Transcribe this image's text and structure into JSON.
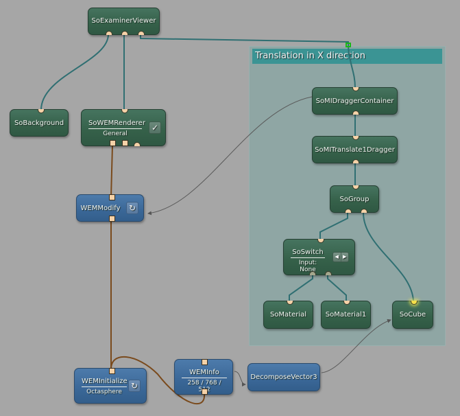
{
  "frame": {
    "title": "Translation in X direction",
    "color": "#3b9494"
  },
  "nodes": {
    "examiner_viewer": {
      "title": "SoExaminerViewer"
    },
    "background": {
      "title": "SoBackground"
    },
    "wem_renderer": {
      "title": "SoWEMRenderer",
      "info": "General",
      "checkbox": "✓"
    },
    "wem_modify": {
      "title": "WEMModify",
      "refresh_icon": "↻"
    },
    "wem_initialize": {
      "title": "WEMInitialize",
      "info": "Octasphere",
      "refresh_icon": "↻"
    },
    "wem_info": {
      "title": "WEMInfo",
      "info": "258 / 768 / 512"
    },
    "decompose_vector3": {
      "title": "DecomposeVector3"
    },
    "dragger_container": {
      "title": "SoMIDraggerContainer"
    },
    "translate1_dragger": {
      "title": "SoMITranslate1Dragger"
    },
    "group": {
      "title": "SoGroup"
    },
    "switch": {
      "title": "SoSwitch",
      "info": "Input: None",
      "prev_icon": "◀",
      "next_icon": "▶"
    },
    "material": {
      "title": "SoMaterial"
    },
    "material1": {
      "title": "SoMaterial1"
    },
    "cube": {
      "title": "SoCube"
    }
  },
  "colors": {
    "inventor_wire": "#2f6f72",
    "mesh_wire": "#7a4a1c",
    "parameter_wire": "#5a5a5a",
    "green_node": "#356049",
    "blue_node": "#3a6797",
    "canvas": "#a6a6a6"
  }
}
